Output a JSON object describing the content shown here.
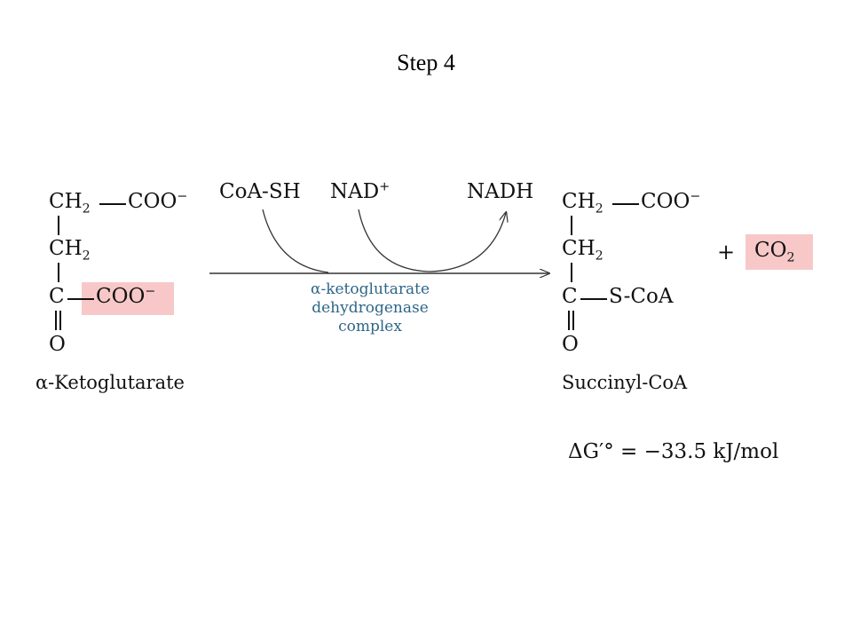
{
  "title": "Step 4",
  "reactant": {
    "row1_a": "CH",
    "row1_sub": "2",
    "row1_b": "COO",
    "row1_sup": "−",
    "row2_a": "CH",
    "row2_sub": "2",
    "row3_a": "C",
    "row3_b": "COO",
    "row3_sup": "−",
    "row4": "O",
    "name": "α-Ketoglutarate"
  },
  "reaction": {
    "cosubstrate_1": "CoA-SH",
    "cosubstrate_2": "NAD",
    "cosubstrate_2_sup": "+",
    "coproduct": "NADH",
    "enzyme_line_1": "α-ketoglutarate",
    "enzyme_line_2": "dehydrogenase",
    "enzyme_line_3": "complex"
  },
  "product": {
    "row1_a": "CH",
    "row1_sub": "2",
    "row1_b": "COO",
    "row1_sup": "−",
    "row2_a": "CH",
    "row2_sub": "2",
    "row3_a": "C",
    "row3_b": "S-CoA",
    "row4": "O",
    "name": "Succinyl-CoA"
  },
  "byproduct": {
    "plus": "+",
    "formula": "CO",
    "sub": "2"
  },
  "free_energy": {
    "label": "ΔG′° = −33.5 kJ/mol"
  },
  "colors": {
    "highlight": "#f8c8c8",
    "enzyme_text": "#2e6688"
  }
}
